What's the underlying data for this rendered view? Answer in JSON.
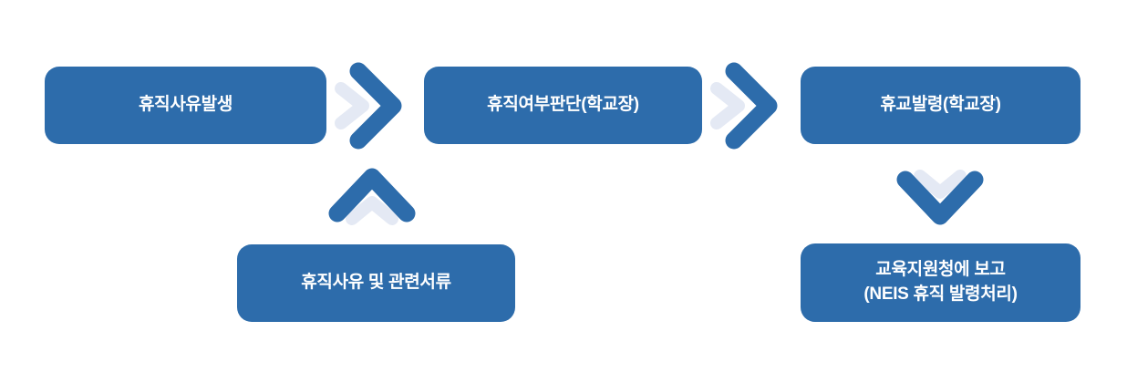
{
  "colors": {
    "background": "#ffffff",
    "box_fill": "#2d6cab",
    "box_text": "#ffffff",
    "chevron_primary": "#2d6cab",
    "chevron_secondary": "#e4e9f4"
  },
  "flow": {
    "step1": {
      "label": "휴직사유발생"
    },
    "step2": {
      "label": "휴직여부판단(학교장)"
    },
    "step3": {
      "label": "휴교발령(학교장)"
    },
    "attachment": {
      "label": "휴직사유 및 관련서류"
    },
    "report": {
      "line1": "교육지원청에 보고",
      "line2": "(NEIS 휴직 발령처리)"
    }
  },
  "icons": {
    "forward1": "double-chevron-right",
    "forward2": "double-chevron-right",
    "input_up": "double-chevron-up",
    "output_down": "double-chevron-down"
  }
}
